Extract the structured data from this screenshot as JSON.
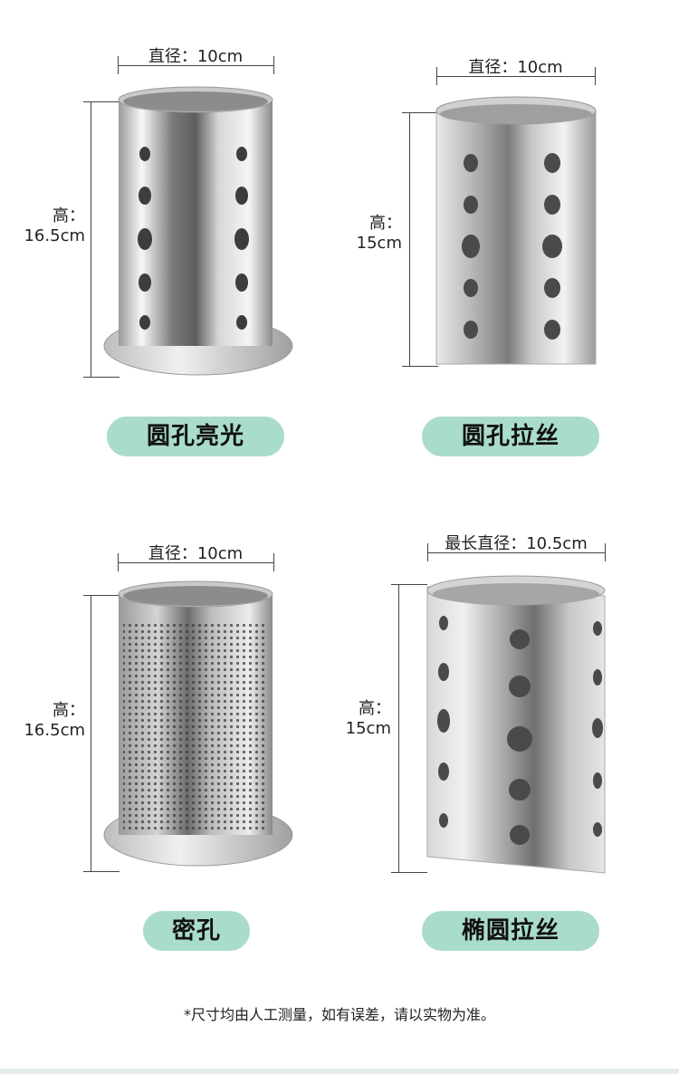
{
  "products": [
    {
      "name": "圆孔亮光",
      "diameter": "直径：10cm",
      "height_label": "高：",
      "height_value": "16.5cm"
    },
    {
      "name": "圆孔拉丝",
      "diameter": "直径：10cm",
      "height_label": "高：",
      "height_value": "15cm"
    },
    {
      "name": "密孔",
      "diameter": "直径：10cm",
      "height_label": "高：",
      "height_value": "16.5cm"
    },
    {
      "name": "椭圆拉丝",
      "diameter": "最长直径：10.5cm",
      "height_label": "高：",
      "height_value": "15cm"
    }
  ],
  "footnote": "*尺寸均由人工测量，如有误差，请以实物为准。",
  "colors": {
    "pill": "#a9dcc9",
    "steel_light": "#f4f4f4",
    "steel_dark": "#8a8a8a"
  }
}
